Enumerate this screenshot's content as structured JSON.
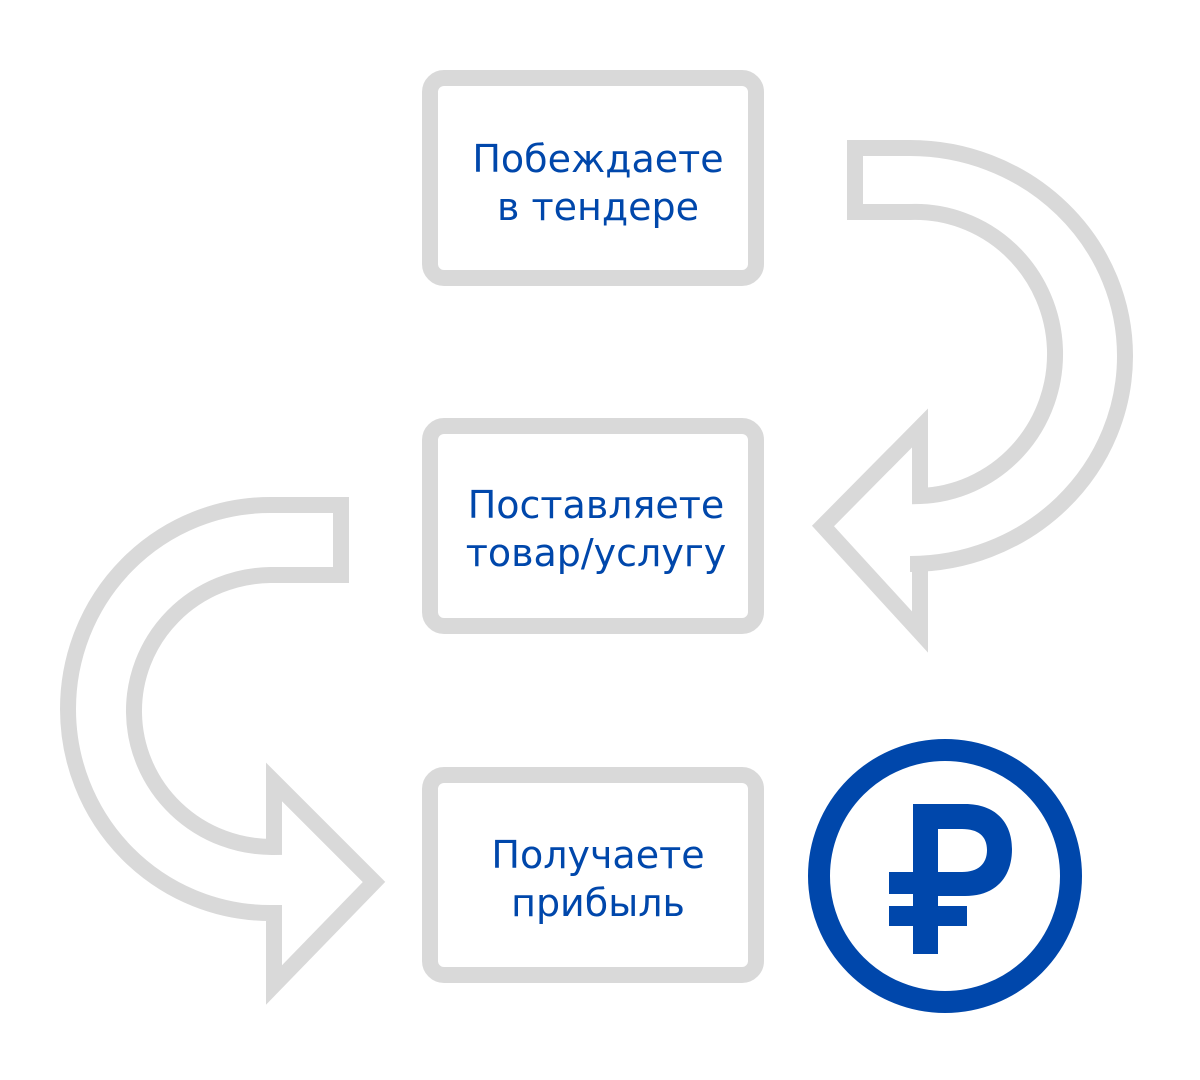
{
  "colors": {
    "box_border": "#d9d9d9",
    "arrow_outline": "#d9d9d9",
    "text": "#0047ab",
    "accent": "#0047ab",
    "background": "#ffffff"
  },
  "steps": [
    {
      "line1": "Побеждаете",
      "line2": "в тендере"
    },
    {
      "line1": "Поставляете",
      "line2": "товар/услугу"
    },
    {
      "line1": "Получаете",
      "line2": "прибыль"
    }
  ],
  "icons": {
    "currency": "ruble-coin-icon",
    "arrow_right": "curved-arrow-right-icon",
    "arrow_left": "curved-arrow-left-icon"
  }
}
